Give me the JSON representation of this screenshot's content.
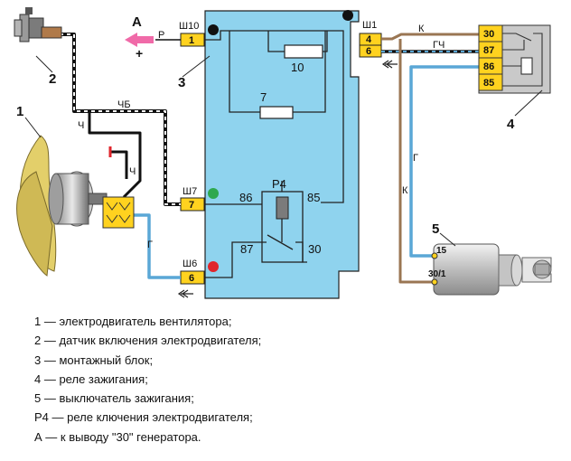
{
  "diagram": {
    "arrow_label": "А",
    "arrow_wire": "Р",
    "arrow_sign": "+",
    "wires": {
      "chb": "ЧБ",
      "ch": "Ч",
      "ch2": "Ч",
      "g": "Г",
      "k": "К",
      "gch": "ГЧ",
      "g_right": "Г",
      "k_right": "К"
    },
    "block": {
      "connectors": {
        "sh10": "Ш10",
        "sh7": "Ш7",
        "sh6": "Ш6",
        "sh1": "Ш1"
      },
      "pins": {
        "sh10": "1",
        "sh7": "7",
        "sh6": "6",
        "sh1_a": "4",
        "sh1_b": "6"
      },
      "fuse_top": "10",
      "fuse_mid": "7",
      "relay": {
        "name": "Р4",
        "pin86": "86",
        "pin85": "85",
        "pin87": "87",
        "pin30": "30"
      }
    },
    "ignition_relay": {
      "pins": [
        "30",
        "87",
        "86",
        "85"
      ]
    },
    "switch": {
      "pin15": "15",
      "pin30_1": "30/1"
    },
    "callouts": {
      "n1": "1",
      "n2": "2",
      "n3": "3",
      "n4": "4",
      "n5": "5"
    }
  },
  "legend": [
    "1 — электродвигатель вентилятора;",
    "2 — датчик включения электродвигателя;",
    "3 — монтажный блок;",
    "4 — реле зажигания;",
    "5 — выключатель зажигания;",
    "Р4 — реле  ключения электродвигателя;",
    "А — к выводу \"30\" генератора."
  ],
  "colors": {
    "block_fill": "#8fd3ee",
    "connector_fill": "#ffd21f",
    "wire_blue": "#5aa7d6",
    "wire_brown": "#9a7653",
    "wire_black": "#111111",
    "relay_body": "#c9c9c9",
    "arrow_pink": "#f06aa8",
    "led_green": "#2fa84f",
    "led_red": "#e0262c"
  }
}
